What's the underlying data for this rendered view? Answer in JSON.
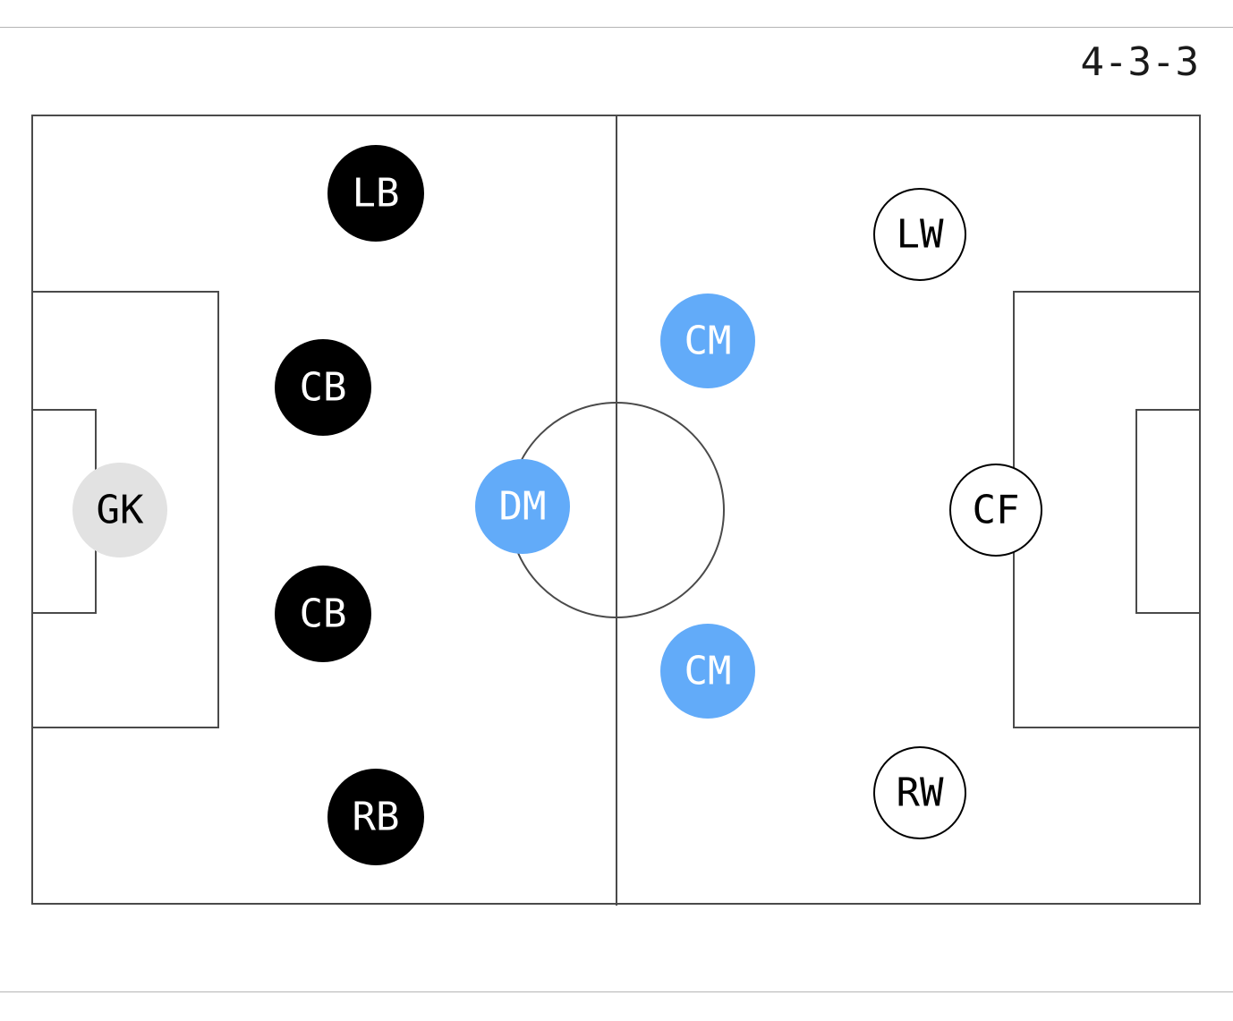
{
  "formation": "4-3-3",
  "colors": {
    "line": "#4a4a4a",
    "defender_fill": "#000000",
    "midfielder_fill": "#62abf9",
    "forward_fill": "#ffffff",
    "goalkeeper_fill": "#e2e2e2"
  },
  "players": [
    {
      "id": "gk",
      "label": "GK",
      "role": "goalkeeper"
    },
    {
      "id": "lb",
      "label": "LB",
      "role": "defender"
    },
    {
      "id": "cb1",
      "label": "CB",
      "role": "defender"
    },
    {
      "id": "cb2",
      "label": "CB",
      "role": "defender"
    },
    {
      "id": "rb",
      "label": "RB",
      "role": "defender"
    },
    {
      "id": "dm",
      "label": "DM",
      "role": "midfielder"
    },
    {
      "id": "cm1",
      "label": "CM",
      "role": "midfielder"
    },
    {
      "id": "cm2",
      "label": "CM",
      "role": "midfielder"
    },
    {
      "id": "lw",
      "label": "LW",
      "role": "forward"
    },
    {
      "id": "cf",
      "label": "CF",
      "role": "forward"
    },
    {
      "id": "rw",
      "label": "RW",
      "role": "forward"
    }
  ]
}
